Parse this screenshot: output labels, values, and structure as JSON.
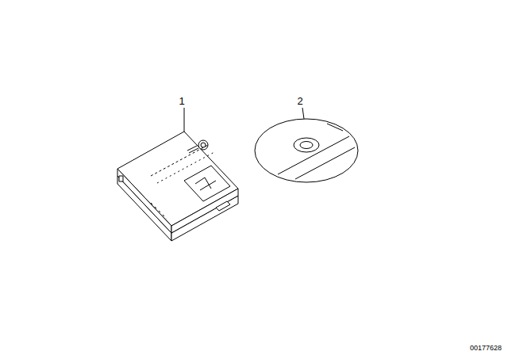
{
  "diagram": {
    "labels": [
      "1",
      "2",
      "00177628"
    ]
  }
}
